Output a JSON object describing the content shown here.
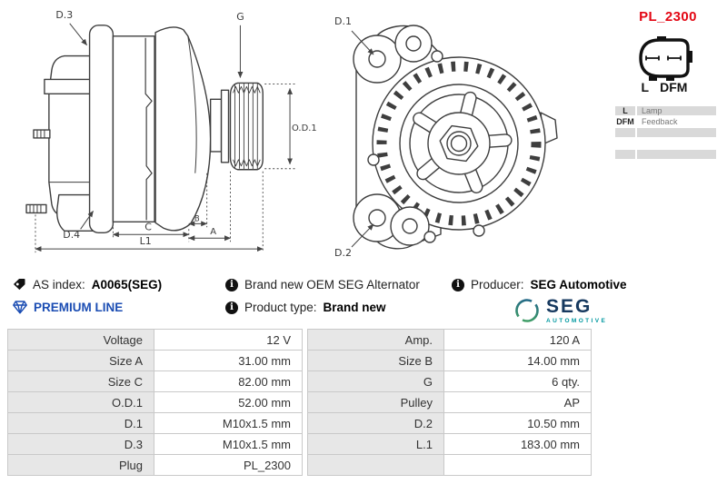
{
  "plug_panel": {
    "code": "PL_2300",
    "terminal_left": "L",
    "terminal_right": "DFM",
    "rows": [
      {
        "key": "L",
        "desc": "Lamp"
      },
      {
        "key": "DFM",
        "desc": "Feedback"
      },
      {
        "key": "",
        "desc": ""
      },
      {
        "key": "",
        "desc": ""
      },
      {
        "key": "",
        "desc": ""
      }
    ]
  },
  "drawing_side": {
    "d3": "D.3",
    "g": "G",
    "od1": "O.D.1",
    "d4": "D.4",
    "c": "C",
    "b": "B",
    "a": "A",
    "l1": "L1"
  },
  "drawing_rear": {
    "d1": "D.1",
    "d2": "D.2"
  },
  "info": {
    "as_index_label": "AS index:",
    "as_index_value": "A0065(SEG)",
    "premium_line": "PREMIUM LINE",
    "oem_text": "Brand new OEM SEG Alternator",
    "product_type_label": "Product type:",
    "product_type_value": "Brand new",
    "producer_label": "Producer:",
    "producer_value": "SEG Automotive",
    "info_icon_glyph": "i",
    "logo_main": "SEG",
    "logo_sub": "AUTOMOTIVE"
  },
  "spec_table": {
    "left": [
      {
        "label": "Voltage",
        "value": "12 V"
      },
      {
        "label": "Size A",
        "value": "31.00 mm"
      },
      {
        "label": "Size C",
        "value": "82.00 mm"
      },
      {
        "label": "O.D.1",
        "value": "52.00 mm"
      },
      {
        "label": "D.1",
        "value": "M10x1.5 mm"
      },
      {
        "label": "D.3",
        "value": "M10x1.5 mm"
      },
      {
        "label": "Plug",
        "value": "PL_2300"
      }
    ],
    "right": [
      {
        "label": "Amp.",
        "value": "120 A"
      },
      {
        "label": "Size B",
        "value": "14.00 mm"
      },
      {
        "label": "G",
        "value": "6 qty."
      },
      {
        "label": "Pulley",
        "value": "AP"
      },
      {
        "label": "D.2",
        "value": "10.50 mm"
      },
      {
        "label": "L.1",
        "value": "183.00 mm"
      },
      {
        "label": "",
        "value": ""
      }
    ]
  },
  "colors": {
    "accent_red": "#e30613",
    "premium_blue": "#1b4db3",
    "logo_navy": "#16395f",
    "logo_teal": "#0098a0",
    "table_gray": "#e7e7e7"
  }
}
